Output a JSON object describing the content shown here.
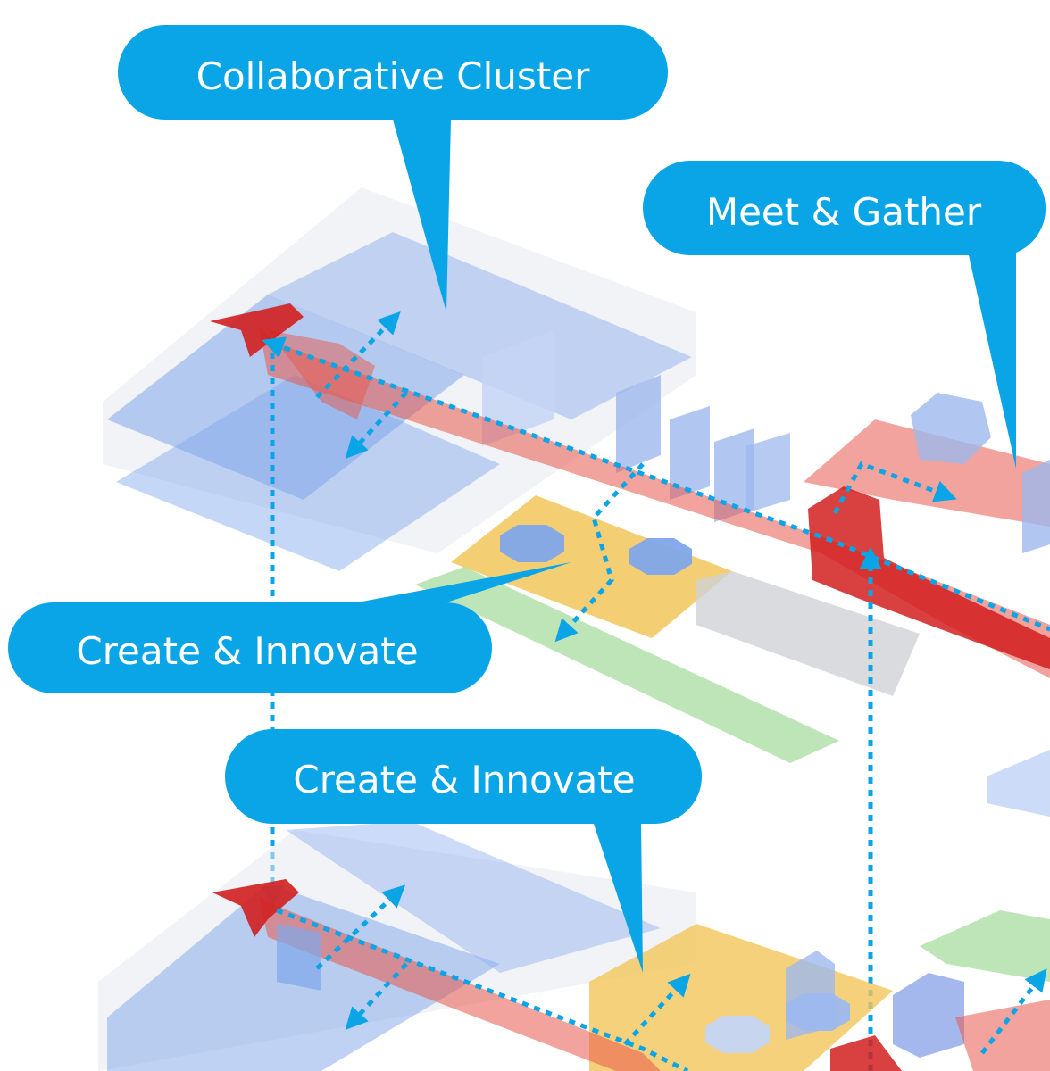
{
  "callouts": {
    "collaborative_cluster": "Collaborative Cluster",
    "meet_gather": "Meet & Gather",
    "create_innovate_upper": "Create & Innovate",
    "create_innovate_lower": "Create & Innovate"
  },
  "colors": {
    "callout": "#0aa5e6",
    "circulation_path": "#0aa5e6",
    "corridor": "#e8584c",
    "corridor_dark": "#d21f1f",
    "workspace": "#7fa6ea",
    "workspace_light": "#c5d5f4",
    "innovation_zone": "#f2c65a",
    "green_zone": "#a8dc9f",
    "glass_wall": "#e6e9ee"
  },
  "icons": {
    "path_arrow": "dashed-arrow-icon"
  }
}
